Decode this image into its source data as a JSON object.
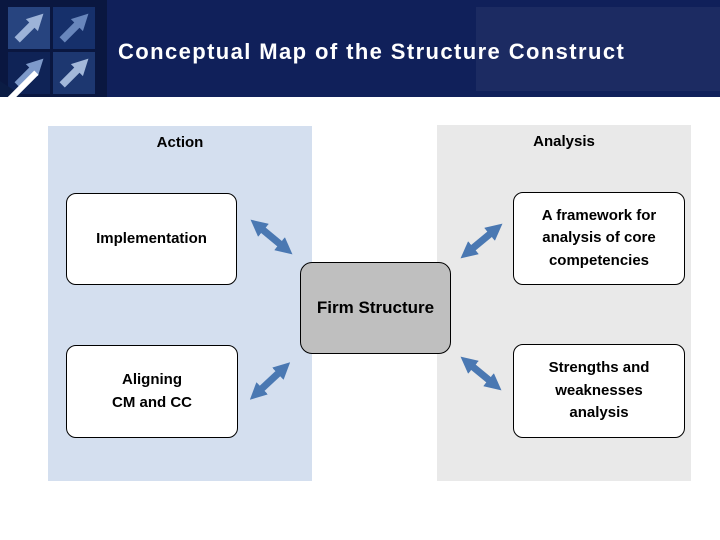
{
  "header": {
    "title": "Conceptual Map of the Structure Construct"
  },
  "columns": {
    "action": {
      "label": "Action"
    },
    "analysis": {
      "label": "Analysis"
    }
  },
  "boxes": {
    "implementation": {
      "label": "Implementation"
    },
    "framework": {
      "label": "A framework for\nanalysis of core\ncompetencies"
    },
    "firm_structure": {
      "label": "Firm Structure"
    },
    "aligning": {
      "label": "Aligning\nCM and CC"
    },
    "strengths": {
      "label": "Strengths and\nweaknesses\nanalysis"
    }
  },
  "diagram": {
    "type": "concept-map",
    "edges": [
      {
        "from": "implementation",
        "to": "firm_structure",
        "style": "double-arrow"
      },
      {
        "from": "firm_structure",
        "to": "framework",
        "style": "double-arrow"
      },
      {
        "from": "aligning",
        "to": "firm_structure",
        "style": "double-arrow"
      },
      {
        "from": "firm_structure",
        "to": "strengths",
        "style": "double-arrow"
      }
    ]
  },
  "colors": {
    "header_navy": "#10205A",
    "panel_action_blue": "#D4DFEF",
    "panel_analysis_gray": "#E9E9E9",
    "firm_box_gray": "#BFBFBF",
    "arrow_blue": "#4A78B2",
    "title_text": "#FFFFFF",
    "body_text": "#000000"
  }
}
